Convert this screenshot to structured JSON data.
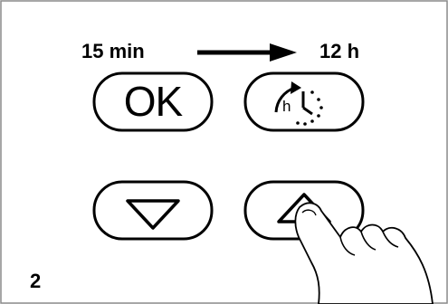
{
  "range": {
    "from_label": "15 min",
    "to_label": "12 h"
  },
  "buttons": {
    "ok": {
      "label": "OK",
      "icon": "ok-text"
    },
    "timer": {
      "label": "h",
      "icon": "clock-timer-icon"
    },
    "down": {
      "icon": "triangle-down-icon"
    },
    "up": {
      "icon": "triangle-up-icon"
    }
  },
  "figure_number": "2",
  "colors": {
    "frame": "#8a8a8a",
    "ink": "#000000",
    "background": "#ffffff"
  }
}
